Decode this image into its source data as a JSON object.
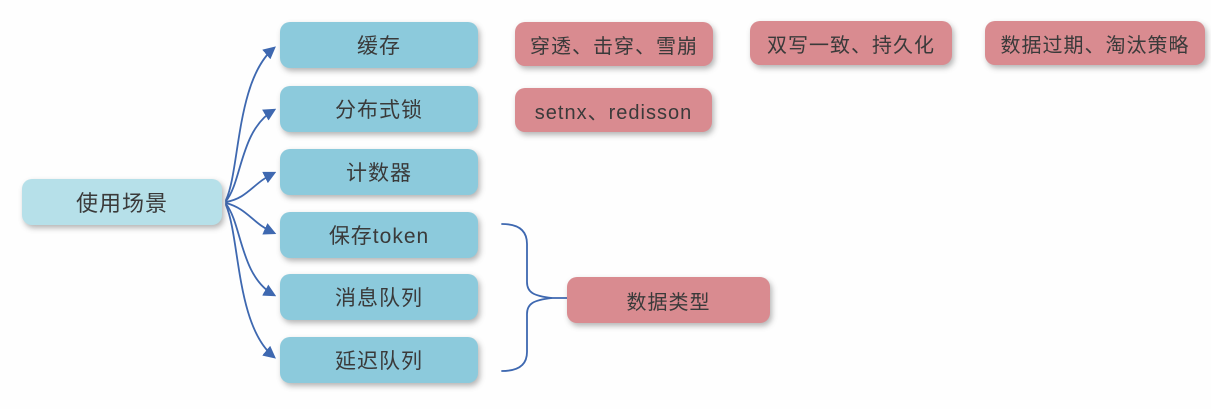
{
  "colors": {
    "background": "#fefefe",
    "root-fill": "#b6e0e9",
    "scenario-fill": "#8ccadc",
    "detail-fill": "#d98b90",
    "connector": "#3e68b0",
    "text": "#3a3a3a"
  },
  "root": {
    "label": "使用场景"
  },
  "scenarios": [
    {
      "label": "缓存"
    },
    {
      "label": "分布式锁"
    },
    {
      "label": "计数器"
    },
    {
      "label": "保存token"
    },
    {
      "label": "消息队列"
    },
    {
      "label": "延迟队列"
    }
  ],
  "details": [
    {
      "label": "穿透、击穿、雪崩"
    },
    {
      "label": "双写一致、持久化"
    },
    {
      "label": "数据过期、淘汰策略"
    },
    {
      "label": "setnx、redisson"
    },
    {
      "label": "数据类型"
    }
  ]
}
